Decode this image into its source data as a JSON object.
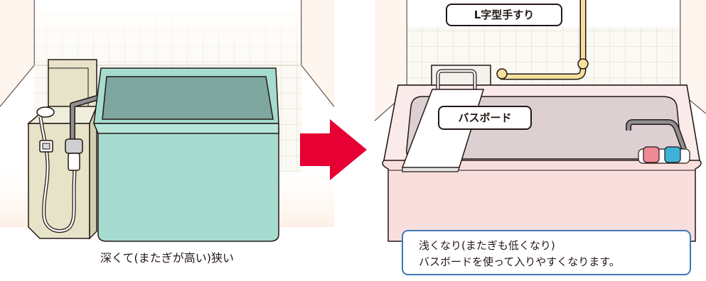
{
  "left_scene": {
    "caption": "深くて(またぎが高い)狭い"
  },
  "right_scene": {
    "handrail_label": "L字型手すり",
    "bathboard_label": "バスボード",
    "note_line1": "浅くなり(またぎも低くなり)",
    "note_line2": "バスボードを使って入りやすくなります。"
  },
  "colors": {
    "left_tub": "#a6dccf",
    "left_water": "#7ea7a0",
    "right_tub": "#f8dedd",
    "right_water": "#ddd0d3",
    "arrow": "#e60033",
    "handrail": "#f5df9c",
    "note_border": "#3f78b4",
    "hot_tap": "#ee8a95",
    "cold_tap": "#3fb0d8"
  }
}
